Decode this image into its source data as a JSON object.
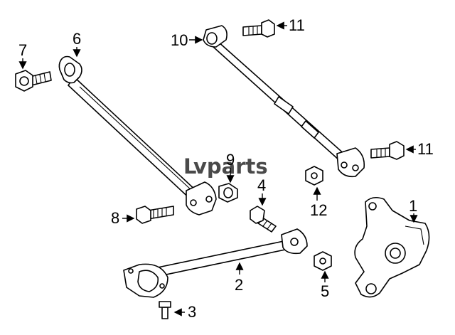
{
  "watermark": {
    "prefix": "L",
    "text": "vparts"
  },
  "callouts": {
    "c1": "1",
    "c2": "2",
    "c3": "3",
    "c4": "4",
    "c5": "5",
    "c6": "6",
    "c7": "7",
    "c8": "8",
    "c9": "9",
    "c10": "10",
    "c11a": "11",
    "c11b": "11",
    "c12": "12"
  }
}
